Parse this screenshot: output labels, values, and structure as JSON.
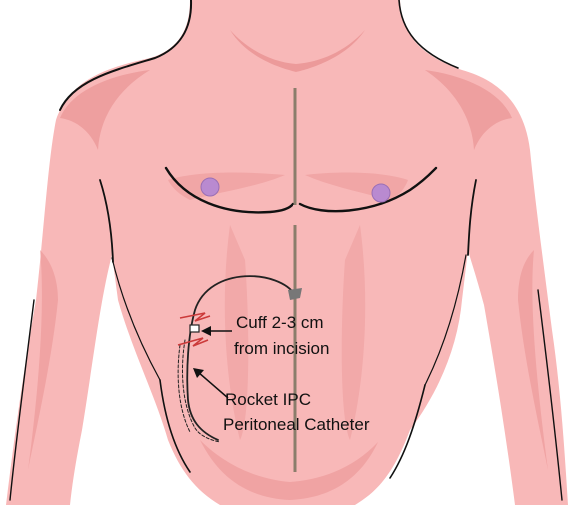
{
  "annotations": {
    "cuff": {
      "line1": "Cuff 2-3 cm",
      "line2": "from incision"
    },
    "catheter": {
      "line1": "Rocket IPC",
      "line2": "Peritoneal Catheter"
    }
  },
  "colors": {
    "skin": "#f8b8b8",
    "skin_shadow": "#ec9a9a",
    "outline": "#111111",
    "nipple": "#b98ad0",
    "midline": "#8b7d6b",
    "catheter": "#222222",
    "cuff_marker": "#cc3a3a"
  }
}
